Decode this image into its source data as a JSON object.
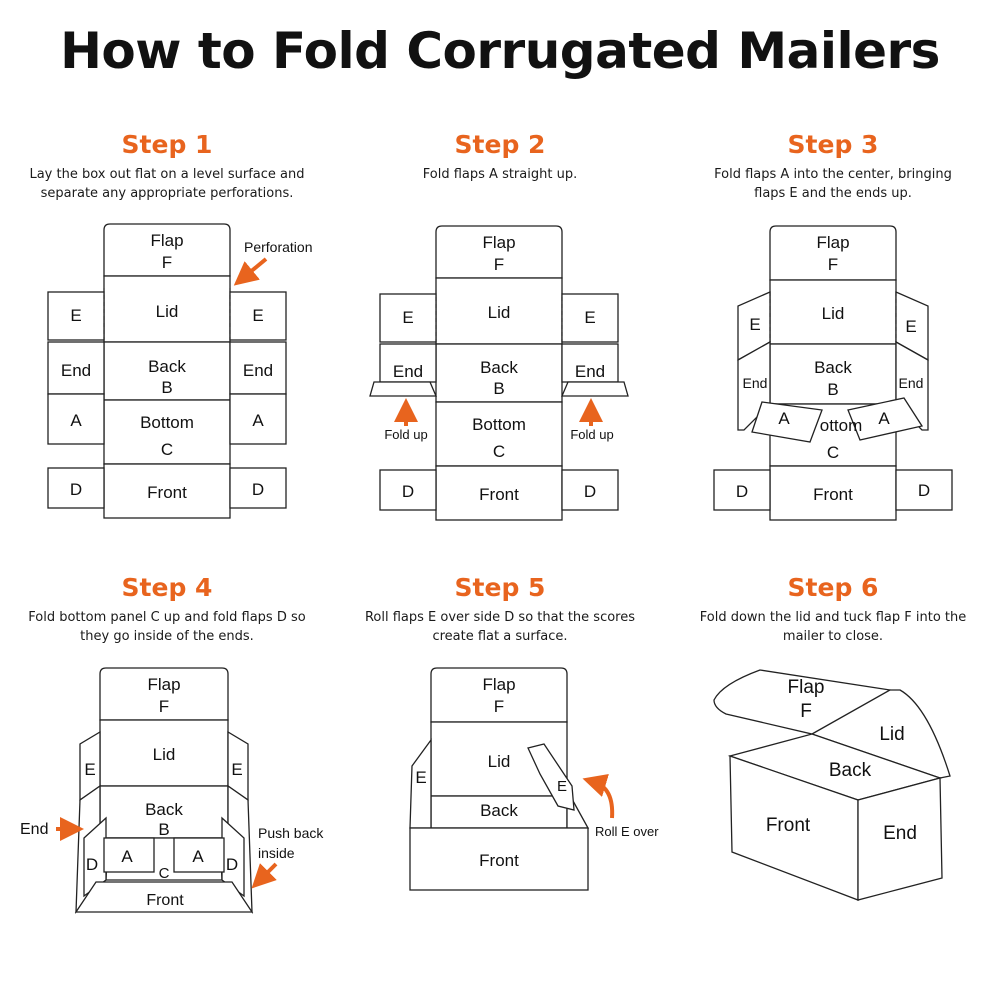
{
  "title": "How to Fold Corrugated Mailers",
  "accent_color": "#e8641e",
  "steps": [
    {
      "label": "Step 1",
      "text": "Lay the box out flat on a level surface and\nseparate any appropriate perforations."
    },
    {
      "label": "Step 2",
      "text": "Fold flaps A straight up."
    },
    {
      "label": "Step 3",
      "text": "Fold flaps A into the center, bringing\nflaps E and the ends up."
    },
    {
      "label": "Step 4",
      "text": "Fold bottom panel C up and fold flaps D so\nthey go inside of the ends."
    },
    {
      "label": "Step 5",
      "text": "Roll flaps E over side D so that the scores\ncreate flat a surface."
    },
    {
      "label": "Step 6",
      "text": "Fold down the lid and tuck flap F into the\nmailer to close."
    }
  ],
  "panels": {
    "flap": "Flap",
    "f": "F",
    "lid": "Lid",
    "back": "Back",
    "b": "B",
    "bottom": "Bottom",
    "c": "C",
    "front": "Front",
    "end": "End",
    "a": "A",
    "d": "D",
    "e": "E",
    "bottom_partial": "ottom"
  },
  "annotations": {
    "perforation": "Perforation",
    "fold_up": "Fold up",
    "end": "End",
    "push_back": "Push back",
    "inside": "inside",
    "roll_e_over": "Roll E over"
  }
}
